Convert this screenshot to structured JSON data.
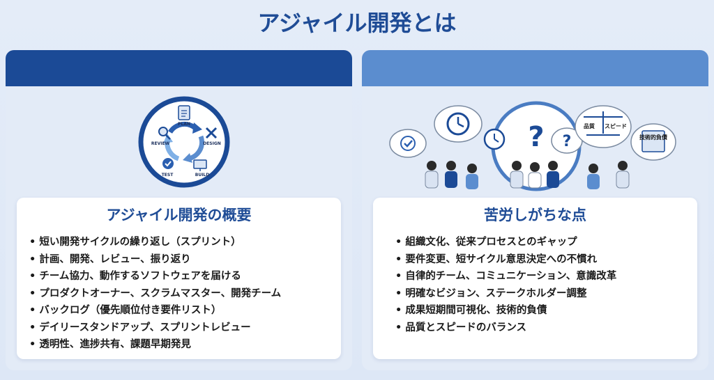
{
  "page_title": "アジャイル開発とは",
  "left": {
    "cycle_labels": {
      "plan": "PLAN",
      "design": "DESIGN",
      "build": "BUILD",
      "test": "TEST",
      "review": "REVIEW"
    },
    "card_title": "アジャイル開発の概要",
    "items": [
      "短い開発サイクルの繰り返し（スプリント）",
      "計画、開発、レビュー、振り返り",
      "チーム協力、動作するソフトウェアを届ける",
      "プロダクトオーナー、スクラムマスター、開発チーム",
      "バックログ（優先順位付き要件リスト）",
      "デイリースタンドアップ、スプリントレビュー",
      "透明性、進捗共有、課題早期発見"
    ]
  },
  "right": {
    "bubble_labels": {
      "quality": "品質",
      "speed": "スピード",
      "tech_debt": "技術的負債"
    },
    "card_title": "苦労しがちな点",
    "items": [
      "組織文化、従来プロセスとのギャップ",
      "要件変更、短サイクル意思決定への不慣れ",
      "自律的チーム、コミュニケーション、意識改革",
      "明確なビジョン、ステークホルダー調整",
      "成果短期間可視化、技術的負債",
      "品質とスピードのバランス"
    ]
  },
  "colors": {
    "title": "#1f4c96",
    "left_header": "#1b4a96",
    "right_header": "#5b8dcf"
  }
}
